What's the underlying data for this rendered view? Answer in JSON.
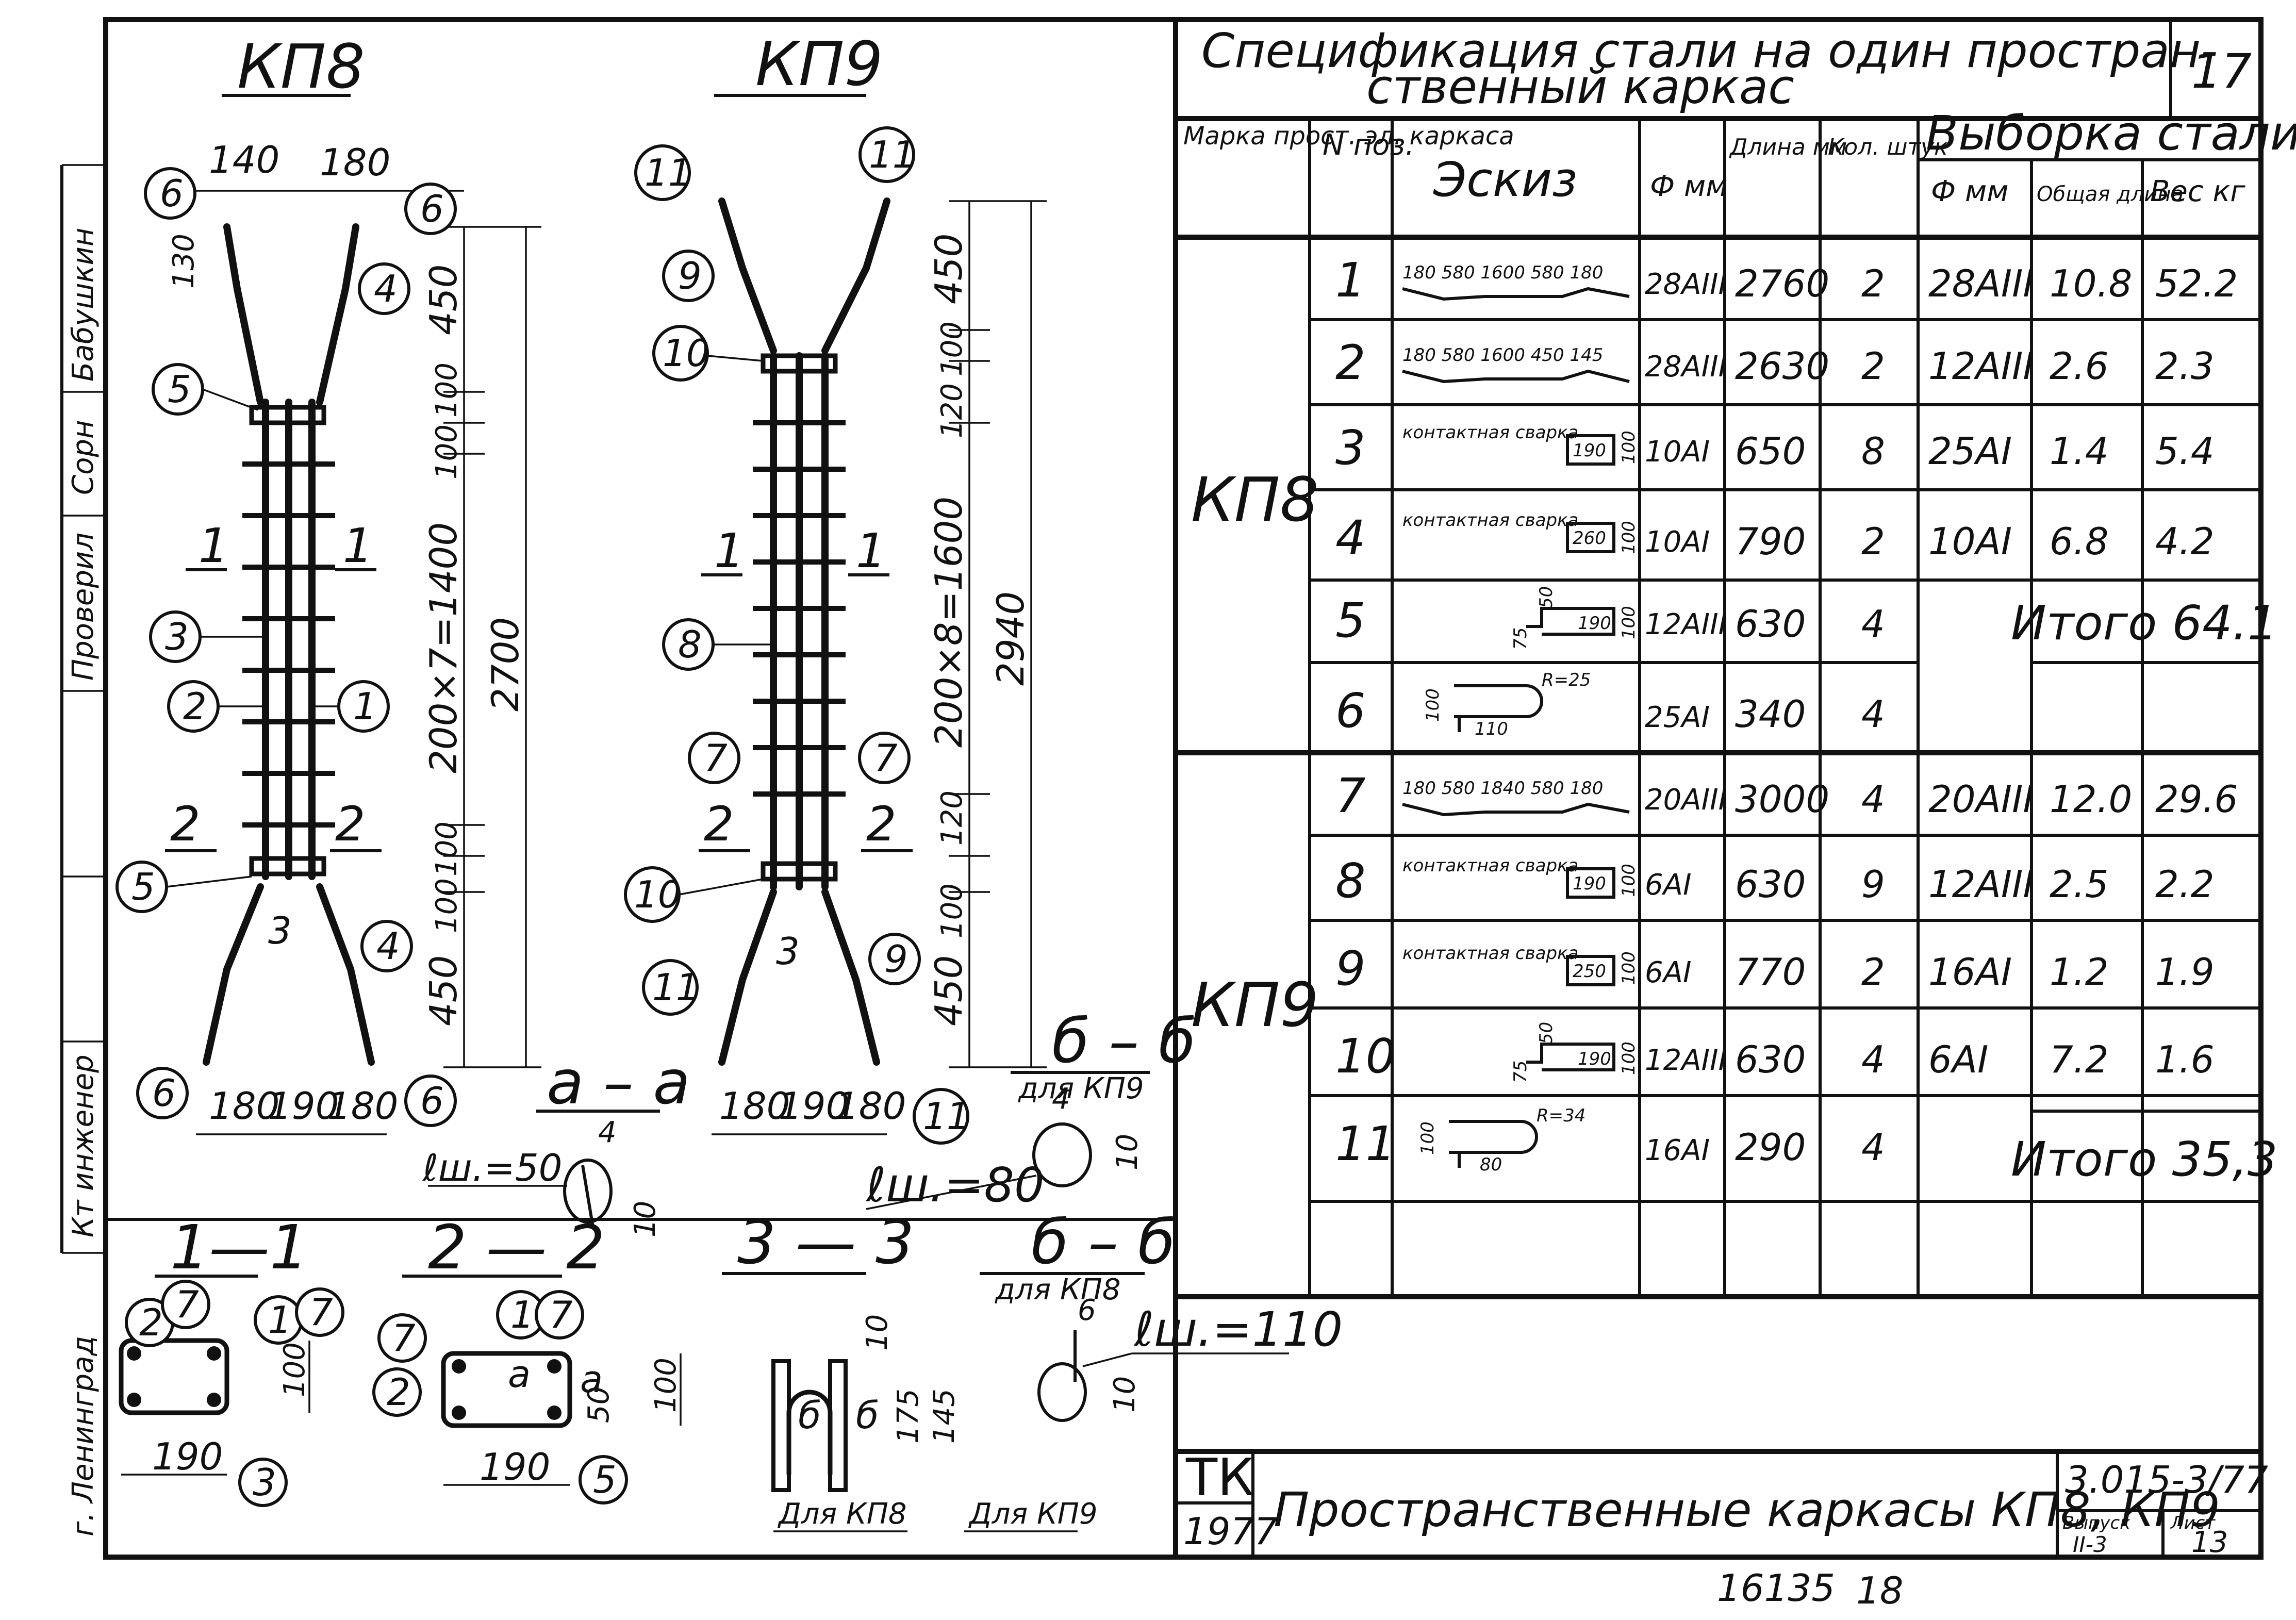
{
  "drawings": {
    "kp8": {
      "title": "КП8",
      "dim_top_left": "140",
      "dim_top_right": "180",
      "dim_130": "130",
      "dim_450_top": "450",
      "dim_100_a": "100",
      "dim_100_b": "100",
      "dim_spacing": "200×7=1400",
      "dim_total": "2700",
      "dim_100_c": "100",
      "dim_100_d": "100",
      "dim_450_bot": "450",
      "dim_bottom": [
        "180",
        "190",
        "180"
      ],
      "section_1": "1",
      "section_2": "2",
      "section_3": "3",
      "positions": [
        "6",
        "6",
        "4",
        "5",
        "3",
        "2",
        "1",
        "5",
        "4",
        "6",
        "6"
      ]
    },
    "kp9": {
      "title": "КП9",
      "dim_450_top": "450",
      "dim_100_a": "100",
      "dim_120_a": "120",
      "dim_spacing": "200×8=1600",
      "dim_total": "2940",
      "dim_120_b": "120",
      "dim_100_b": "100",
      "dim_450_bot": "450",
      "dim_bottom": [
        "180",
        "190",
        "180"
      ],
      "section_1": "1",
      "section_2": "2",
      "section_3": "3",
      "positions": [
        "11",
        "11",
        "9",
        "10",
        "8",
        "7",
        "7",
        "10",
        "9",
        "11",
        "11"
      ]
    },
    "aa": {
      "title": "а – а",
      "weld": "ℓш.=50",
      "dim_4": "4",
      "dim_10": "10"
    },
    "bb9": {
      "title": "б – б",
      "sub": "для КП9",
      "weld": "ℓш.=80",
      "dim_4": "4",
      "dim_10": "10"
    },
    "bb8": {
      "title": "б – б",
      "sub": "для КП8",
      "weld": "ℓш.=110",
      "dim_6": "6",
      "dim_10": "10"
    },
    "s11": {
      "title": "1—1",
      "pos_a": "2",
      "pos_b": "7",
      "pos_c": "1",
      "pos_d": "7",
      "pos_e": "3",
      "dim_w": "190",
      "dim_h": "100"
    },
    "s22": {
      "title": "2 — 2",
      "pos_a": "7",
      "pos_b": "2",
      "pos_c": "1",
      "pos_d": "7",
      "pos_e": "5",
      "dim_w": "190",
      "dim_h": "100",
      "label_a1": "а",
      "label_a2": "а",
      "dim_50": "50"
    },
    "s33": {
      "title": "3 — 3",
      "dim_10": "10",
      "dim_175": "175",
      "dim_145": "145",
      "label_b": "б",
      "label_b2": "б",
      "for_kp8": "Для КП8",
      "for_kp9": "Для КП9"
    }
  },
  "side_stamp": {
    "developed": "Бабушкин",
    "checked": "Проверил",
    "author": "Сорн",
    "engineer": "Кт инженер",
    "city": "г. Ленинград"
  },
  "spec": {
    "title_line1": "Спецификация стали на один простран-",
    "title_line2": "ственный каркас",
    "sheet_no": "17",
    "headers": {
      "mark": "Марка прост. эл. каркаса",
      "pos": "N поз.",
      "sketch": "Эскиз",
      "dia": "Ф мм",
      "length": "Длина мм",
      "qty": "Кол. штук",
      "selection": "Выборка стали",
      "sel_dia": "Ф мм",
      "sel_len": "Общая длина",
      "sel_weight": "Вес кг"
    },
    "groups": [
      {
        "mark": "КП8",
        "rows": [
          {
            "pos": "1",
            "sketch": "180 580 1600 580 180",
            "dia": "28АIII",
            "len": "2760",
            "qty": "2",
            "s_dia": "28АIII",
            "s_len": "10.8",
            "s_w": "52.2"
          },
          {
            "pos": "2",
            "sketch": "180 580 1600 450 145",
            "dia": "28АIII",
            "len": "2630",
            "qty": "2",
            "s_dia": "12АIII",
            "s_len": "2.6",
            "s_w": "2.3"
          },
          {
            "pos": "3",
            "sketch": "контактная сварка 190 100",
            "dia": "10АI",
            "len": "650",
            "qty": "8",
            "s_dia": "25АI",
            "s_len": "1.4",
            "s_w": "5.4"
          },
          {
            "pos": "4",
            "sketch": "контактная сварка 260 100",
            "dia": "10АI",
            "len": "790",
            "qty": "2",
            "s_dia": "10АI",
            "s_len": "6.8",
            "s_w": "4.2"
          },
          {
            "pos": "5",
            "sketch": "75 50 190 100",
            "dia": "12АIII",
            "len": "630",
            "qty": "4",
            "s_dia": "",
            "s_len": "",
            "s_w": ""
          },
          {
            "pos": "6",
            "sketch": "100 R=25 110",
            "dia": "25АI",
            "len": "340",
            "qty": "4",
            "s_dia": "",
            "s_len": "",
            "s_w": ""
          }
        ],
        "total": "Итого 64.1"
      },
      {
        "mark": "КП9",
        "rows": [
          {
            "pos": "7",
            "sketch": "180 580 1840 580 180",
            "dia": "20АIII",
            "len": "3000",
            "qty": "4",
            "s_dia": "20АIII",
            "s_len": "12.0",
            "s_w": "29.6"
          },
          {
            "pos": "8",
            "sketch": "контактная сварка 190 100",
            "dia": "6АI",
            "len": "630",
            "qty": "9",
            "s_dia": "12АIII",
            "s_len": "2.5",
            "s_w": "2.2"
          },
          {
            "pos": "9",
            "sketch": "контактная сварка 250 100",
            "dia": "6АI",
            "len": "770",
            "qty": "2",
            "s_dia": "16АI",
            "s_len": "1.2",
            "s_w": "1.9"
          },
          {
            "pos": "10",
            "sketch": "75 50 190 100",
            "dia": "12АIII",
            "len": "630",
            "qty": "4",
            "s_dia": "6АI",
            "s_len": "7.2",
            "s_w": "1.6"
          },
          {
            "pos": "11",
            "sketch": "100 R=34 80",
            "dia": "16АI",
            "len": "290",
            "qty": "4",
            "s_dia": "",
            "s_len": "",
            "s_w": ""
          }
        ],
        "total": "Итого 35,3"
      }
    ],
    "contact_weld": "контактная сварка"
  },
  "title_block": {
    "org": "ТК",
    "year": "1977",
    "title": "Пространственные каркасы КП8, КП9",
    "series": "3.015-3/77",
    "issue_label": "Выпуск",
    "issue": "II-3",
    "sheet_label": "Лист",
    "sheet": "13"
  },
  "footer": {
    "code": "16135",
    "page": "18"
  }
}
